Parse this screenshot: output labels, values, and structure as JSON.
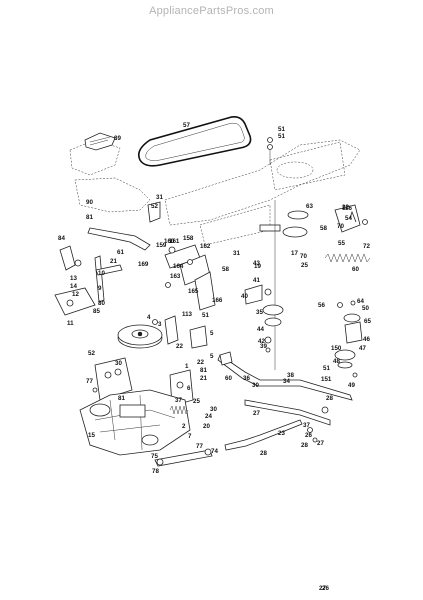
{
  "header": {
    "site": "AppliancePartsPros.com"
  },
  "diagram": {
    "labels": [
      "57",
      "89",
      "51",
      "51",
      "31",
      "90",
      "81",
      "61",
      "63",
      "84",
      "158",
      "160",
      "162",
      "159",
      "161",
      "164",
      "163",
      "165",
      "166",
      "169",
      "21",
      "13",
      "14",
      "12",
      "11",
      "10",
      "9",
      "80",
      "85",
      "15",
      "2",
      "3",
      "4",
      "113",
      "51",
      "5",
      "52",
      "30",
      "77",
      "81",
      "22",
      "22",
      "81",
      "21",
      "5",
      "60",
      "36",
      "30",
      "34",
      "37",
      "25",
      "30",
      "24",
      "20",
      "77",
      "74",
      "78",
      "75",
      "1",
      "6",
      "7",
      "23",
      "28",
      "35",
      "40",
      "41",
      "43",
      "42",
      "44",
      "39",
      "38",
      "37",
      "26",
      "27",
      "28",
      "22",
      "54",
      "17",
      "52",
      "31",
      "58",
      "60",
      "58",
      "55",
      "72",
      "70",
      "116",
      "19",
      "70",
      "25",
      "56",
      "64",
      "65",
      "50",
      "150",
      "48",
      "49",
      "46",
      "47",
      "51",
      "151",
      "27",
      "28",
      "27",
      "26"
    ]
  }
}
